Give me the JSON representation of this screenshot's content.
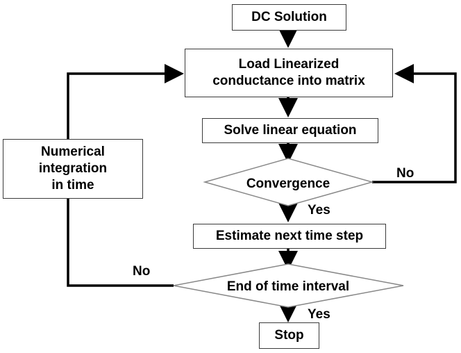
{
  "nodes": {
    "dc_solution": "DC Solution",
    "load_line1": "Load Linearized",
    "load_line2": "conductance into matrix",
    "solve": "Solve linear equation",
    "convergence": "Convergence",
    "estimate": "Estimate next time step",
    "end_interval": "End of time interval",
    "stop": "Stop",
    "numerical_line1": "Numerical",
    "numerical_line2": "integration",
    "numerical_line3": "in time"
  },
  "edge_labels": {
    "convergence_no": "No",
    "convergence_yes": "Yes",
    "end_no": "No",
    "end_yes": "Yes"
  },
  "colors": {
    "line": "#000000",
    "box_border": "#3a3a3a",
    "diamond_border": "#888888"
  }
}
